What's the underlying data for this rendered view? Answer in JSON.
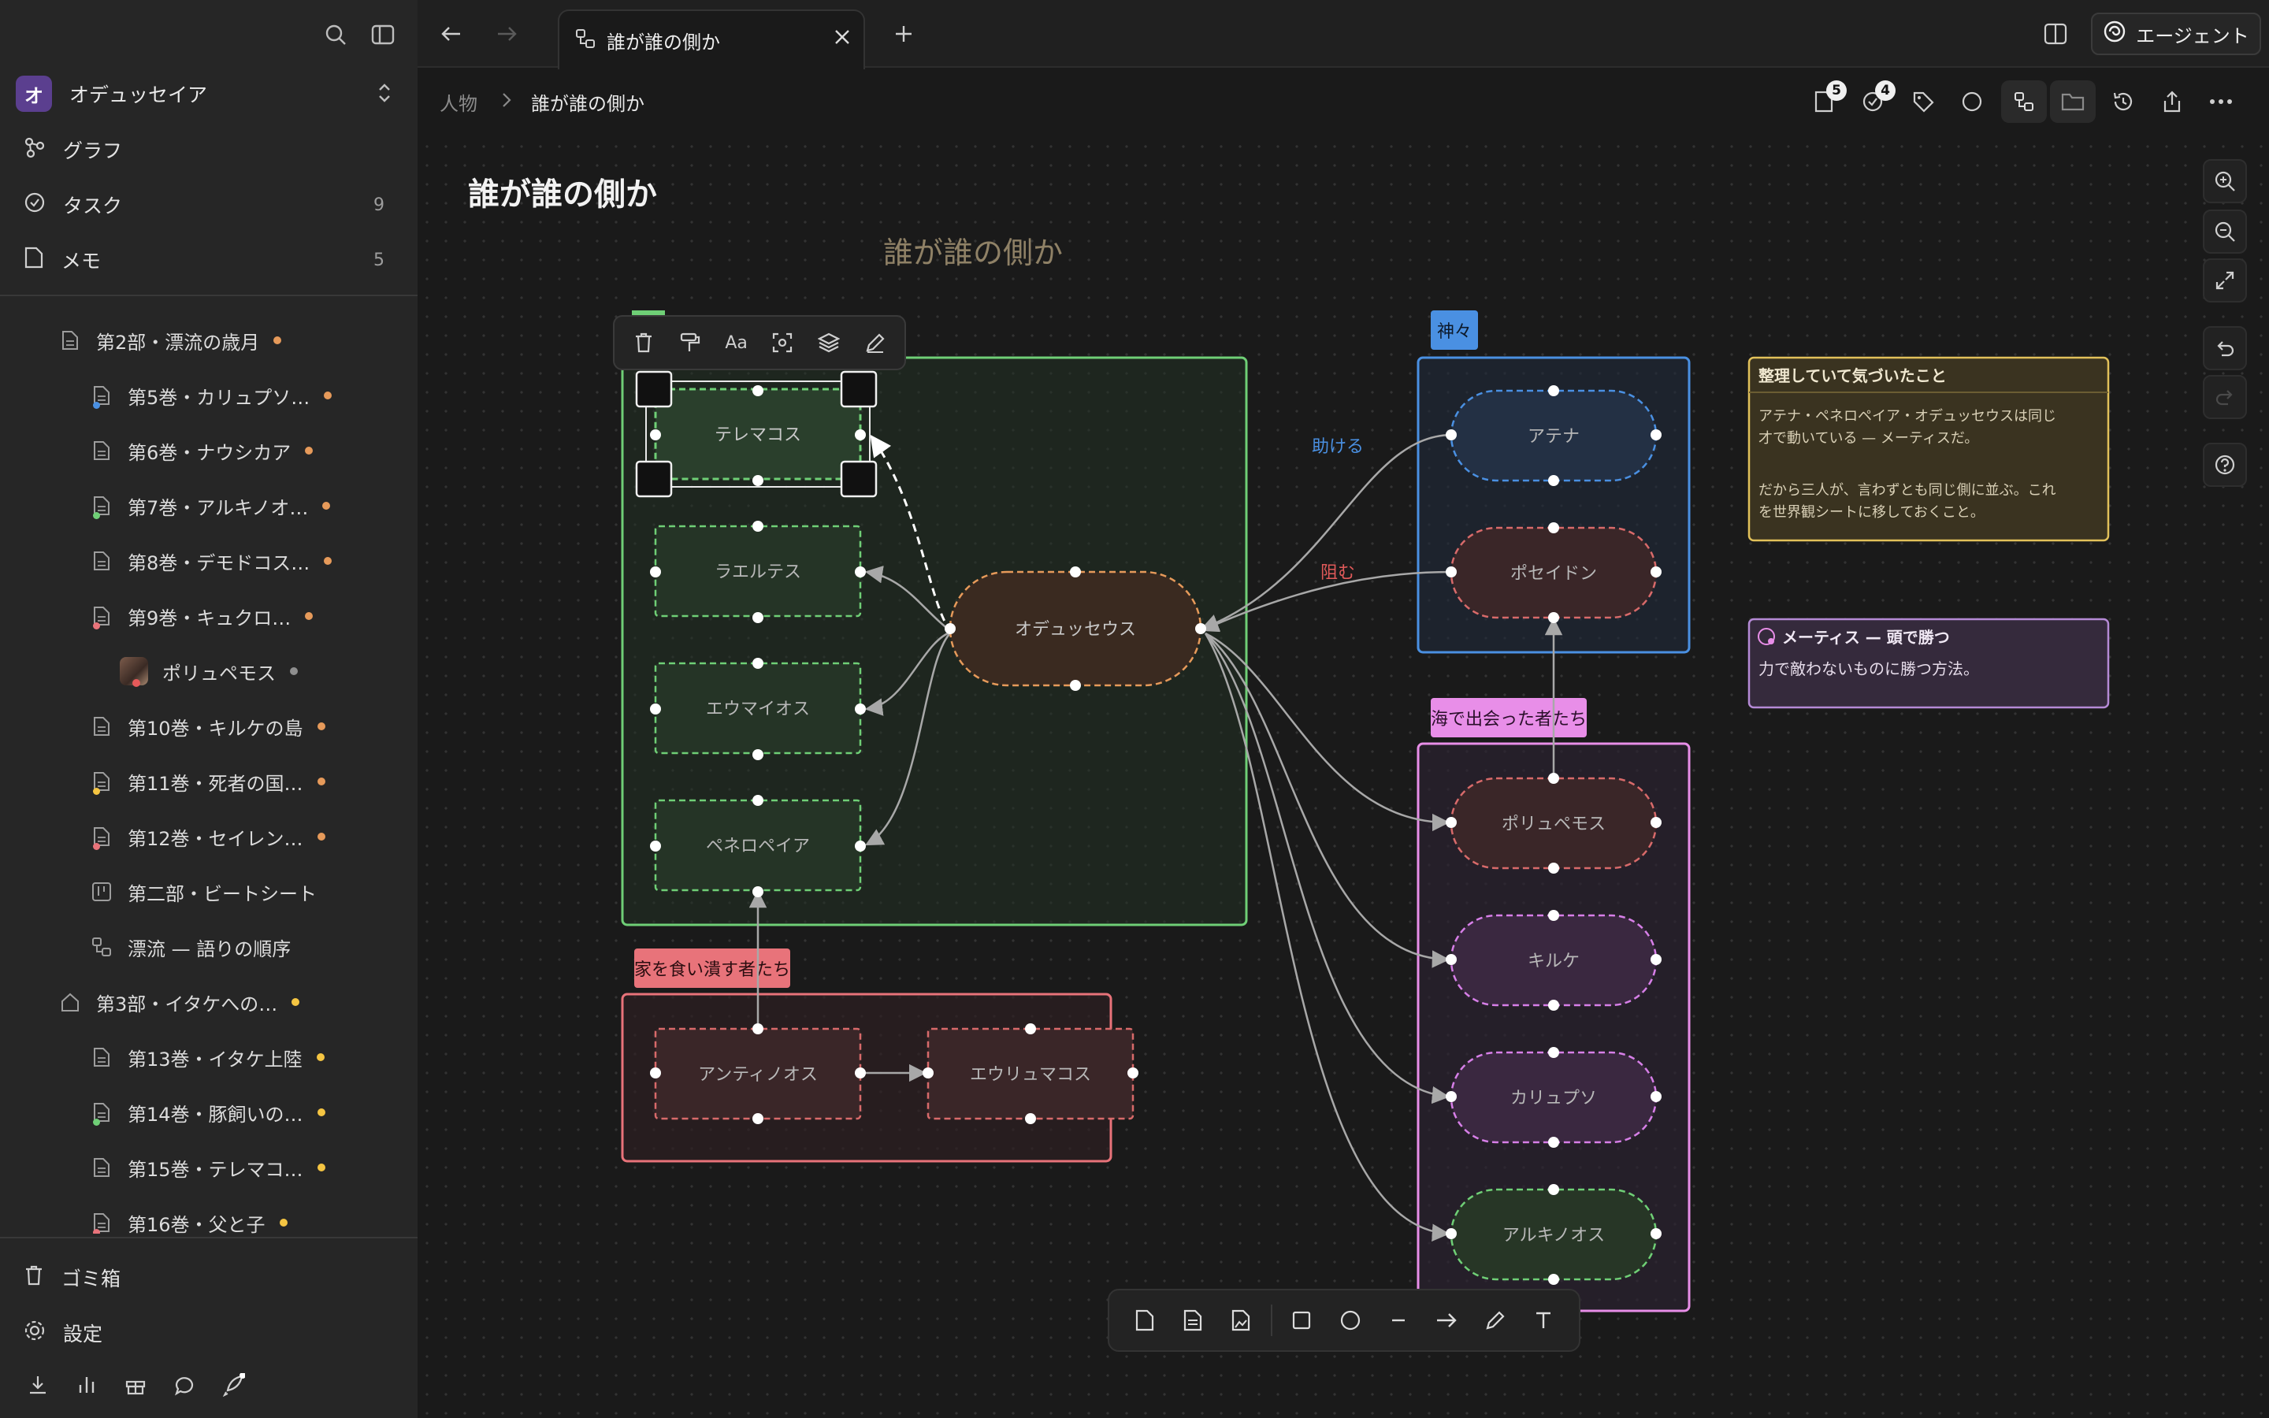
{
  "colors": {
    "green": "#6fcf76",
    "blue": "#4a90e2",
    "pink": "#e88ee8",
    "red": "#e8737a",
    "yellow": "#f5c542",
    "purple": "#b58ad6",
    "orange": "#e69a5a",
    "node_red": "#d86a6a"
  },
  "sidebar": {
    "workspace": {
      "badge": "オ",
      "name": "オデュッセイア"
    },
    "nav": [
      {
        "label": "グラフ",
        "icon": "graph-icon",
        "count": ""
      },
      {
        "label": "タスク",
        "icon": "task-check-icon",
        "count": "9"
      },
      {
        "label": "メモ",
        "icon": "note-icon",
        "count": "5"
      }
    ],
    "tree": [
      {
        "label": "第2部・漂流の歳月",
        "icon": "doc-icon",
        "level": 1,
        "dot": "orange",
        "sdot": ""
      },
      {
        "label": "第5巻・カリュプソ…",
        "icon": "doc-icon",
        "level": 2,
        "dot": "orange",
        "sdot": "blue"
      },
      {
        "label": "第6巻・ナウシカア",
        "icon": "doc-icon",
        "level": 2,
        "dot": "orange",
        "sdot": ""
      },
      {
        "label": "第7巻・アルキノオ…",
        "icon": "doc-icon",
        "level": 2,
        "dot": "orange",
        "sdot": "green"
      },
      {
        "label": "第8巻・デモドコス…",
        "icon": "doc-icon",
        "level": 2,
        "dot": "orange",
        "sdot": ""
      },
      {
        "label": "第9巻・キュクロ…",
        "icon": "doc-icon",
        "level": 2,
        "dot": "orange",
        "sdot": "red"
      },
      {
        "label": "ポリュペモス",
        "icon": "avatar",
        "level": 3,
        "dot": "grey",
        "sdot": ""
      },
      {
        "label": "第10巻・キルケの島",
        "icon": "doc-icon",
        "level": 2,
        "dot": "orange",
        "sdot": ""
      },
      {
        "label": "第11巻・死者の国…",
        "icon": "doc-icon",
        "level": 2,
        "dot": "orange",
        "sdot": "yellow"
      },
      {
        "label": "第12巻・セイレン…",
        "icon": "doc-icon",
        "level": 2,
        "dot": "orange",
        "sdot": "red"
      },
      {
        "label": "第二部・ビートシート",
        "icon": "board-icon",
        "level": 2,
        "dot": "",
        "sdot": ""
      },
      {
        "label": "漂流 — 語りの順序",
        "icon": "canvas-icon",
        "level": 2,
        "dot": "",
        "sdot": ""
      },
      {
        "label": "第3部・イタケへの…",
        "icon": "home-icon",
        "level": 1,
        "dot": "yellow",
        "sdot": ""
      },
      {
        "label": "第13巻・イタケ上陸",
        "icon": "doc-icon",
        "level": 2,
        "dot": "yellow",
        "sdot": ""
      },
      {
        "label": "第14巻・豚飼いの…",
        "icon": "doc-icon",
        "level": 2,
        "dot": "yellow",
        "sdot": "green"
      },
      {
        "label": "第15巻・テレマコ…",
        "icon": "doc-icon",
        "level": 2,
        "dot": "yellow",
        "sdot": ""
      },
      {
        "label": "第16巻・父と子",
        "icon": "doc-icon",
        "level": 2,
        "dot": "yellow",
        "sdot": "red"
      }
    ],
    "bottom": [
      {
        "label": "ゴミ箱",
        "icon": "trash-icon"
      },
      {
        "label": "設定",
        "icon": "gear-icon"
      }
    ]
  },
  "tab": {
    "title": "誰が誰の側か"
  },
  "agent_label": "エージェント",
  "breadcrumb": {
    "parent": "人物",
    "current": "誰が誰の側か"
  },
  "toolbar_badges": {
    "pages": "5",
    "tasks": "4"
  },
  "page_title": "誰が誰の側か",
  "canvas": {
    "heading": "誰が誰の側か",
    "groups": {
      "gods": "神々",
      "sea": "海で出会った者たち",
      "suitors": "家を食い潰す者たち"
    },
    "nodes": {
      "telemachus": "テレマコス",
      "laertes": "ラエルテス",
      "eumaeus": "エウマイオス",
      "penelope": "ペネロペイア",
      "odysseus": "オデュッセウス",
      "athena": "アテナ",
      "poseidon": "ポセイドン",
      "polyphemus": "ポリュペモス",
      "circe": "キルケ",
      "calypso": "カリュプソ",
      "alcinous": "アルキノオス",
      "antinous": "アンティノオス",
      "eurymachus": "エウリュマコス"
    },
    "edge_labels": {
      "help": "助ける",
      "hinder": "阻む"
    },
    "note_yellow": {
      "title": "整理していて気づいたこと",
      "line1": "アテナ・ペネロペイア・オデュッセウスは同じ",
      "line2": "才で動いている — メーティスだ。",
      "line3": "だから三人が、言わずとも同じ側に並ぶ。これ",
      "line4": "を世界観シートに移しておくこと。"
    },
    "note_purple": {
      "title": "メーティス — 頭で勝つ",
      "body": "力で敵わないものに勝つ方法。"
    },
    "float_toolbar_text": "Aa"
  }
}
